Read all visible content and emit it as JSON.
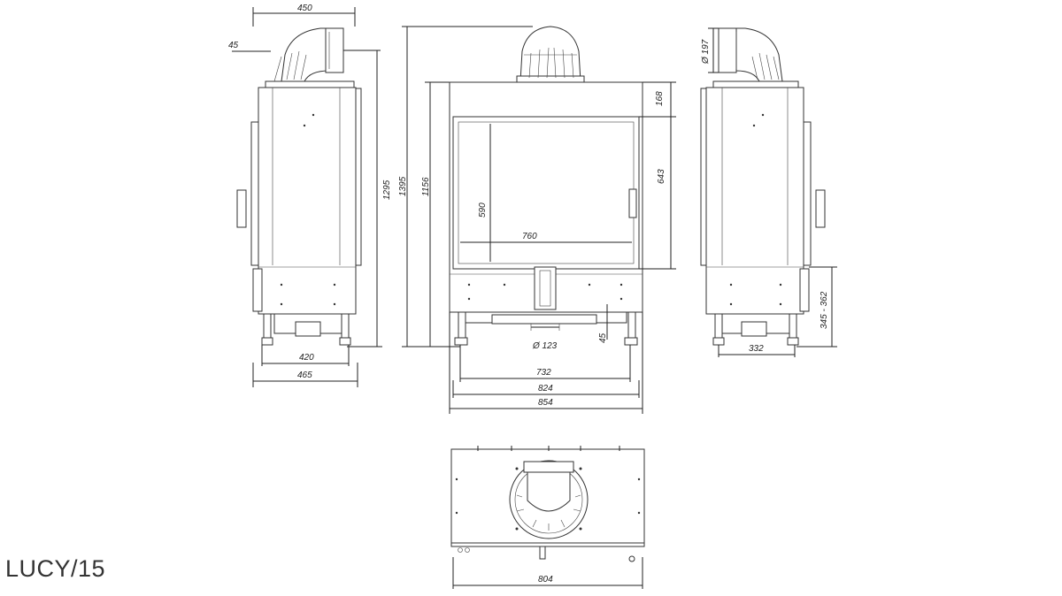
{
  "title": "LUCY/15",
  "dimensions": {
    "side_left": {
      "width_top": "450",
      "offset": "45",
      "height": "1295",
      "base_inner": "420",
      "base_outer": "465"
    },
    "front": {
      "total_height": "1395",
      "body_height": "1156",
      "top_gap": "168",
      "door_height": "643",
      "glass_height": "590",
      "glass_width": "760",
      "flue": "Ø 123",
      "leg_offset": "45",
      "leg_span": "732",
      "inner_width": "824",
      "total_width": "854"
    },
    "side_right": {
      "flue_diameter": "Ø 197",
      "adjust_height": "345 - 362",
      "base": "332"
    },
    "top_view": {
      "width": "804"
    }
  }
}
